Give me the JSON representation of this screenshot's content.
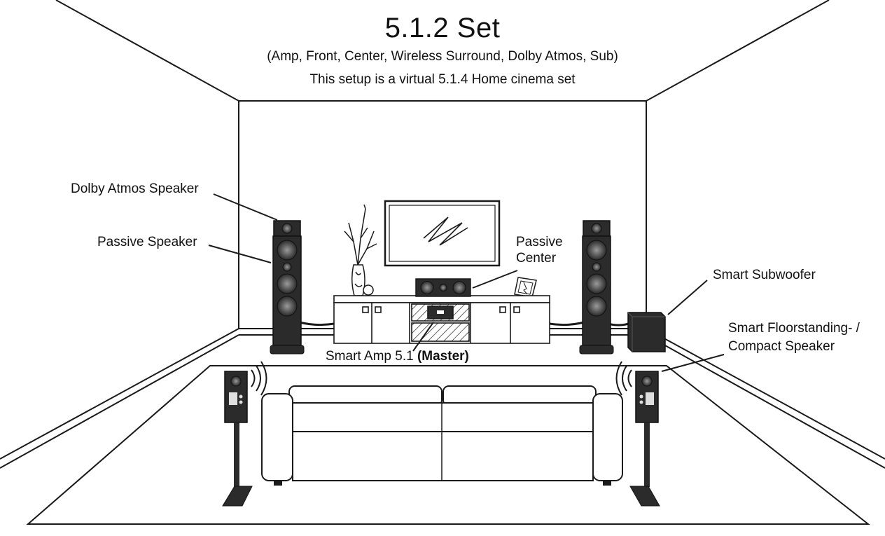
{
  "header": {
    "title": "5.1.2 Set",
    "subtitle": "(Amp, Front, Center, Wireless Surround, Dolby Atmos, Sub)",
    "note": "This setup is a virtual 5.1.4 Home cinema set"
  },
  "labels": {
    "dolby_atmos": "Dolby Atmos Speaker",
    "passive_speaker": "Passive Speaker",
    "passive_center_line1": "Passive",
    "passive_center_line2": "Center",
    "smart_subwoofer": "Smart Subwoofer",
    "smart_floor_line1": "Smart Floorstanding- /",
    "smart_floor_line2": "Compact Speaker",
    "smart_amp": "Smart Amp 5.1",
    "smart_amp_role": "(Master)"
  },
  "colors": {
    "line": "#1a1a1a",
    "speaker_body": "#2b2b2b",
    "driver": "#6e6e6e",
    "background": "#ffffff"
  }
}
